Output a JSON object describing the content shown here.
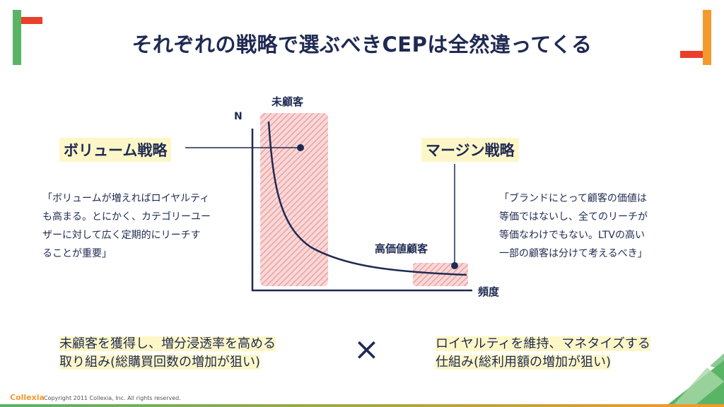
{
  "title": "それぞれの戦略で選ぶべきCEPは全然違ってくる",
  "left_strategy": {
    "label": "ボリューム戦略",
    "quote_lines": [
      "「ボリュームが増えればロイヤルティ",
      "も高まる。とにかく、カテゴリーユー",
      "ザーに対して広く定期的にリーチす",
      "ることが重要」"
    ]
  },
  "right_strategy": {
    "label": "マージン戦略",
    "quote_lines": [
      "「ブランドにとって顧客の価値は",
      "等価ではないし、全てのリーチが",
      "等価なわけでもない。LTVの高い",
      "一部の顧客は分けて考えるべき」"
    ]
  },
  "diagram": {
    "y_axis": "N",
    "x_axis": "頻度",
    "region_left_label": "未顧客",
    "region_right_label": "高価値顧客"
  },
  "bottom": {
    "left_lines": [
      "未顧客を獲得し、増分浸透率を高める",
      "取り組み(総購買回数の増加が狙い)"
    ],
    "times": "×",
    "right_lines": [
      "ロイヤルティを維持、マネタイズする",
      "仕組み(総利用額の増加が狙い)"
    ]
  },
  "footer": {
    "logo": "Collexia",
    "copyright": "Copyright 2011 Collexia, Inc. All rights reserved."
  }
}
